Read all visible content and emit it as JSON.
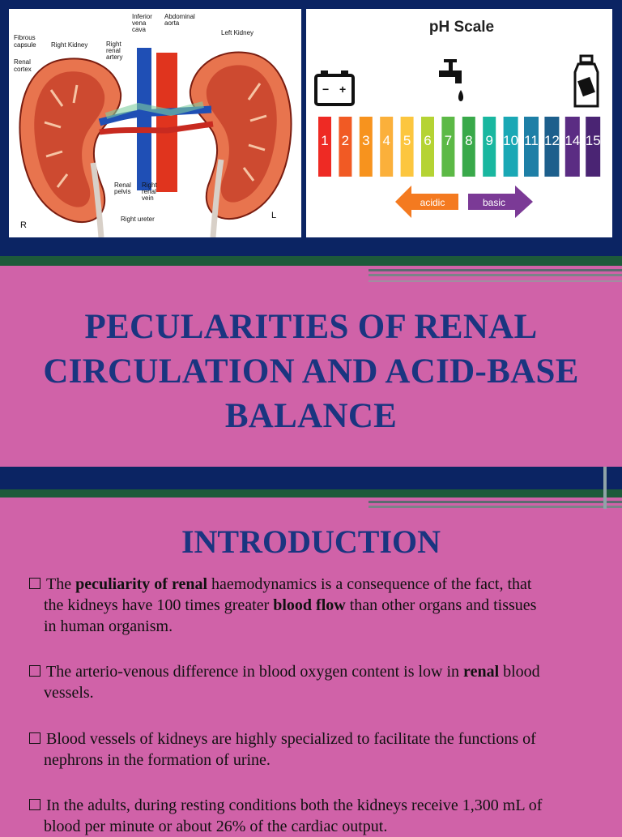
{
  "images": {
    "kidney": {
      "labels": [
        "Fibrous capsule",
        "Right Kidney",
        "Renal cortex",
        "Right renal artery",
        "Inferior vena cava",
        "Abdominal aorta",
        "Left Kidney",
        "Renal pelvis",
        "Right renal vein",
        "Right ureter",
        "R",
        "L"
      ]
    },
    "ph": {
      "title": "pH Scale",
      "scale": [
        {
          "n": "1",
          "c": "#ee2a24"
        },
        {
          "n": "2",
          "c": "#f15a24"
        },
        {
          "n": "3",
          "c": "#f7931e"
        },
        {
          "n": "4",
          "c": "#fbb03b"
        },
        {
          "n": "5",
          "c": "#fcc63f"
        },
        {
          "n": "6",
          "c": "#b5d334"
        },
        {
          "n": "7",
          "c": "#5cb946"
        },
        {
          "n": "8",
          "c": "#39a94a"
        },
        {
          "n": "9",
          "c": "#19b7a0"
        },
        {
          "n": "10",
          "c": "#1aa8b5"
        },
        {
          "n": "11",
          "c": "#1e7fa6"
        },
        {
          "n": "12",
          "c": "#1d5f8c"
        },
        {
          "n": "14",
          "c": "#5b2c83"
        },
        {
          "n": "15",
          "c": "#4a2473"
        }
      ],
      "acidic": "acidic",
      "basic": "basic",
      "acidic_color": "#f47a20",
      "basic_color": "#7b3a96"
    }
  },
  "title": {
    "line1": "PECULARITIES OF RENAL",
    "line2": "CIRCULATION AND ACID-BASE",
    "line3": "BALANCE"
  },
  "intro": {
    "heading": "INTRODUCTION",
    "b1_pre": "The ",
    "b1_bold1": "peculiarity of renal",
    "b1_mid": " haemodynamics is a consequence of the fact, that",
    "b1_l2a": "the kidneys have 100 times greater ",
    "b1_bold2": "blood flow",
    "b1_l2b": " than other organs and tissues",
    "b1_l3": "in human organism.",
    "b2_pre": "The arterio-venous difference in blood oxygen content is low in ",
    "b2_bold": "renal",
    "b2_post": " blood",
    "b2_l2": "vessels.",
    "b3_l1": "Blood vessels of kidneys are highly specialized to facilitate the functions of",
    "b3_l2": "nephrons in the formation of urine.",
    "b4_l1": "In the adults, during resting conditions both the kidneys receive 1,300 mL of",
    "b4_l2": "blood per minute or about 26% of the cardiac output."
  },
  "colors": {
    "navy": "#0b2463",
    "pink": "#d062a8",
    "title_blue": "#1a3580",
    "green_stripe": "#1d5a3a"
  }
}
